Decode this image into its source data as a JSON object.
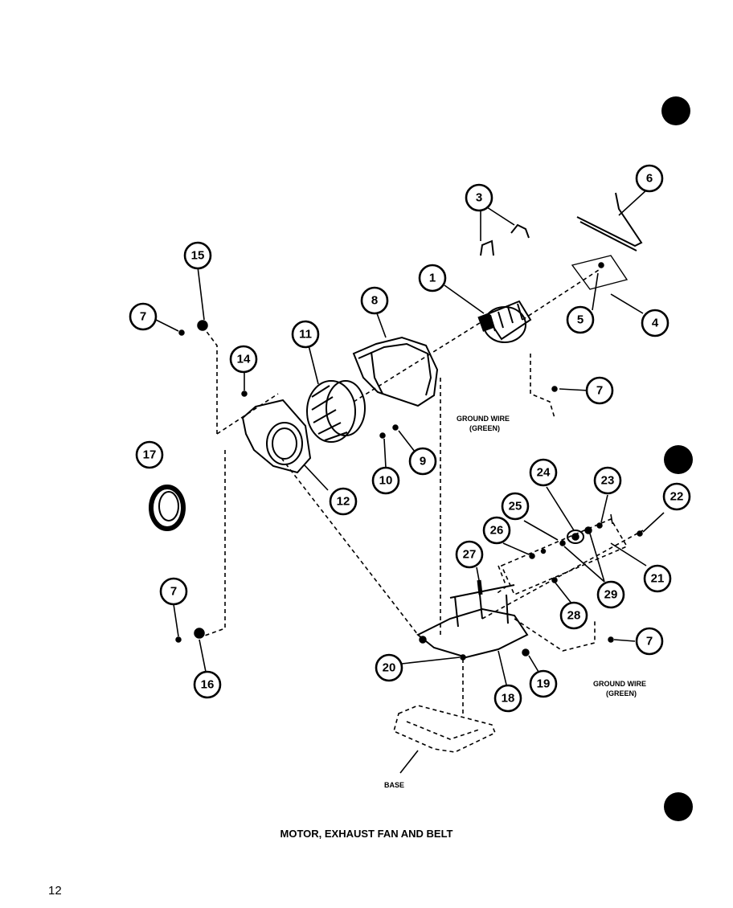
{
  "title": "MOTOR, EXHAUST FAN AND BELT",
  "page_number": "12",
  "labels": {
    "ground_wire_1": "GROUND WIRE",
    "ground_wire_1_color": "(GREEN)",
    "ground_wire_2": "GROUND WIRE",
    "ground_wire_2_color": "(GREEN)",
    "base": "BASE"
  },
  "callouts": [
    "1",
    "3",
    "4",
    "5",
    "6",
    "7",
    "8",
    "9",
    "10",
    "11",
    "12",
    "14",
    "15",
    "16",
    "17",
    "18",
    "19",
    "20",
    "21",
    "22",
    "23",
    "24",
    "25",
    "26",
    "27",
    "28",
    "29"
  ]
}
